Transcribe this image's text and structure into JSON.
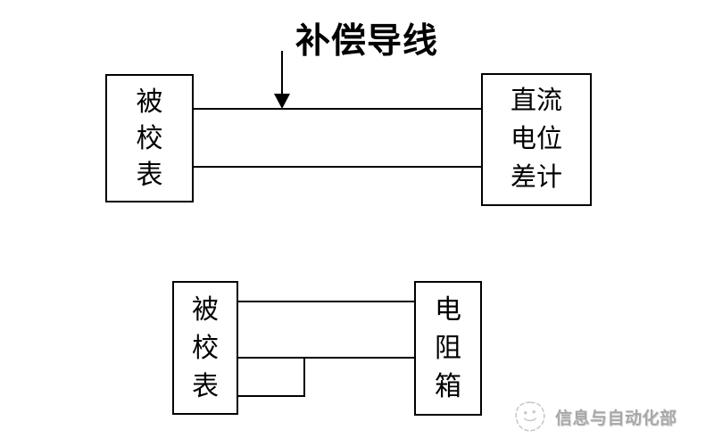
{
  "title": {
    "label": "补偿导线"
  },
  "top_diagram": {
    "left_box": {
      "lines": [
        "被",
        "校",
        "表"
      ]
    },
    "right_box": {
      "lines": [
        "直流",
        "电位",
        "差计"
      ]
    }
  },
  "bottom_diagram": {
    "left_box": {
      "lines": [
        "被",
        "校",
        "表"
      ]
    },
    "right_box": {
      "lines": [
        "电",
        "阻",
        "箱"
      ]
    }
  },
  "watermark": {
    "label": "信息与自动化部",
    "icon": "sketch-circle-logo"
  },
  "colors": {
    "line": "#000000",
    "background": "#ffffff",
    "watermark_text": "#a8a8a8"
  }
}
